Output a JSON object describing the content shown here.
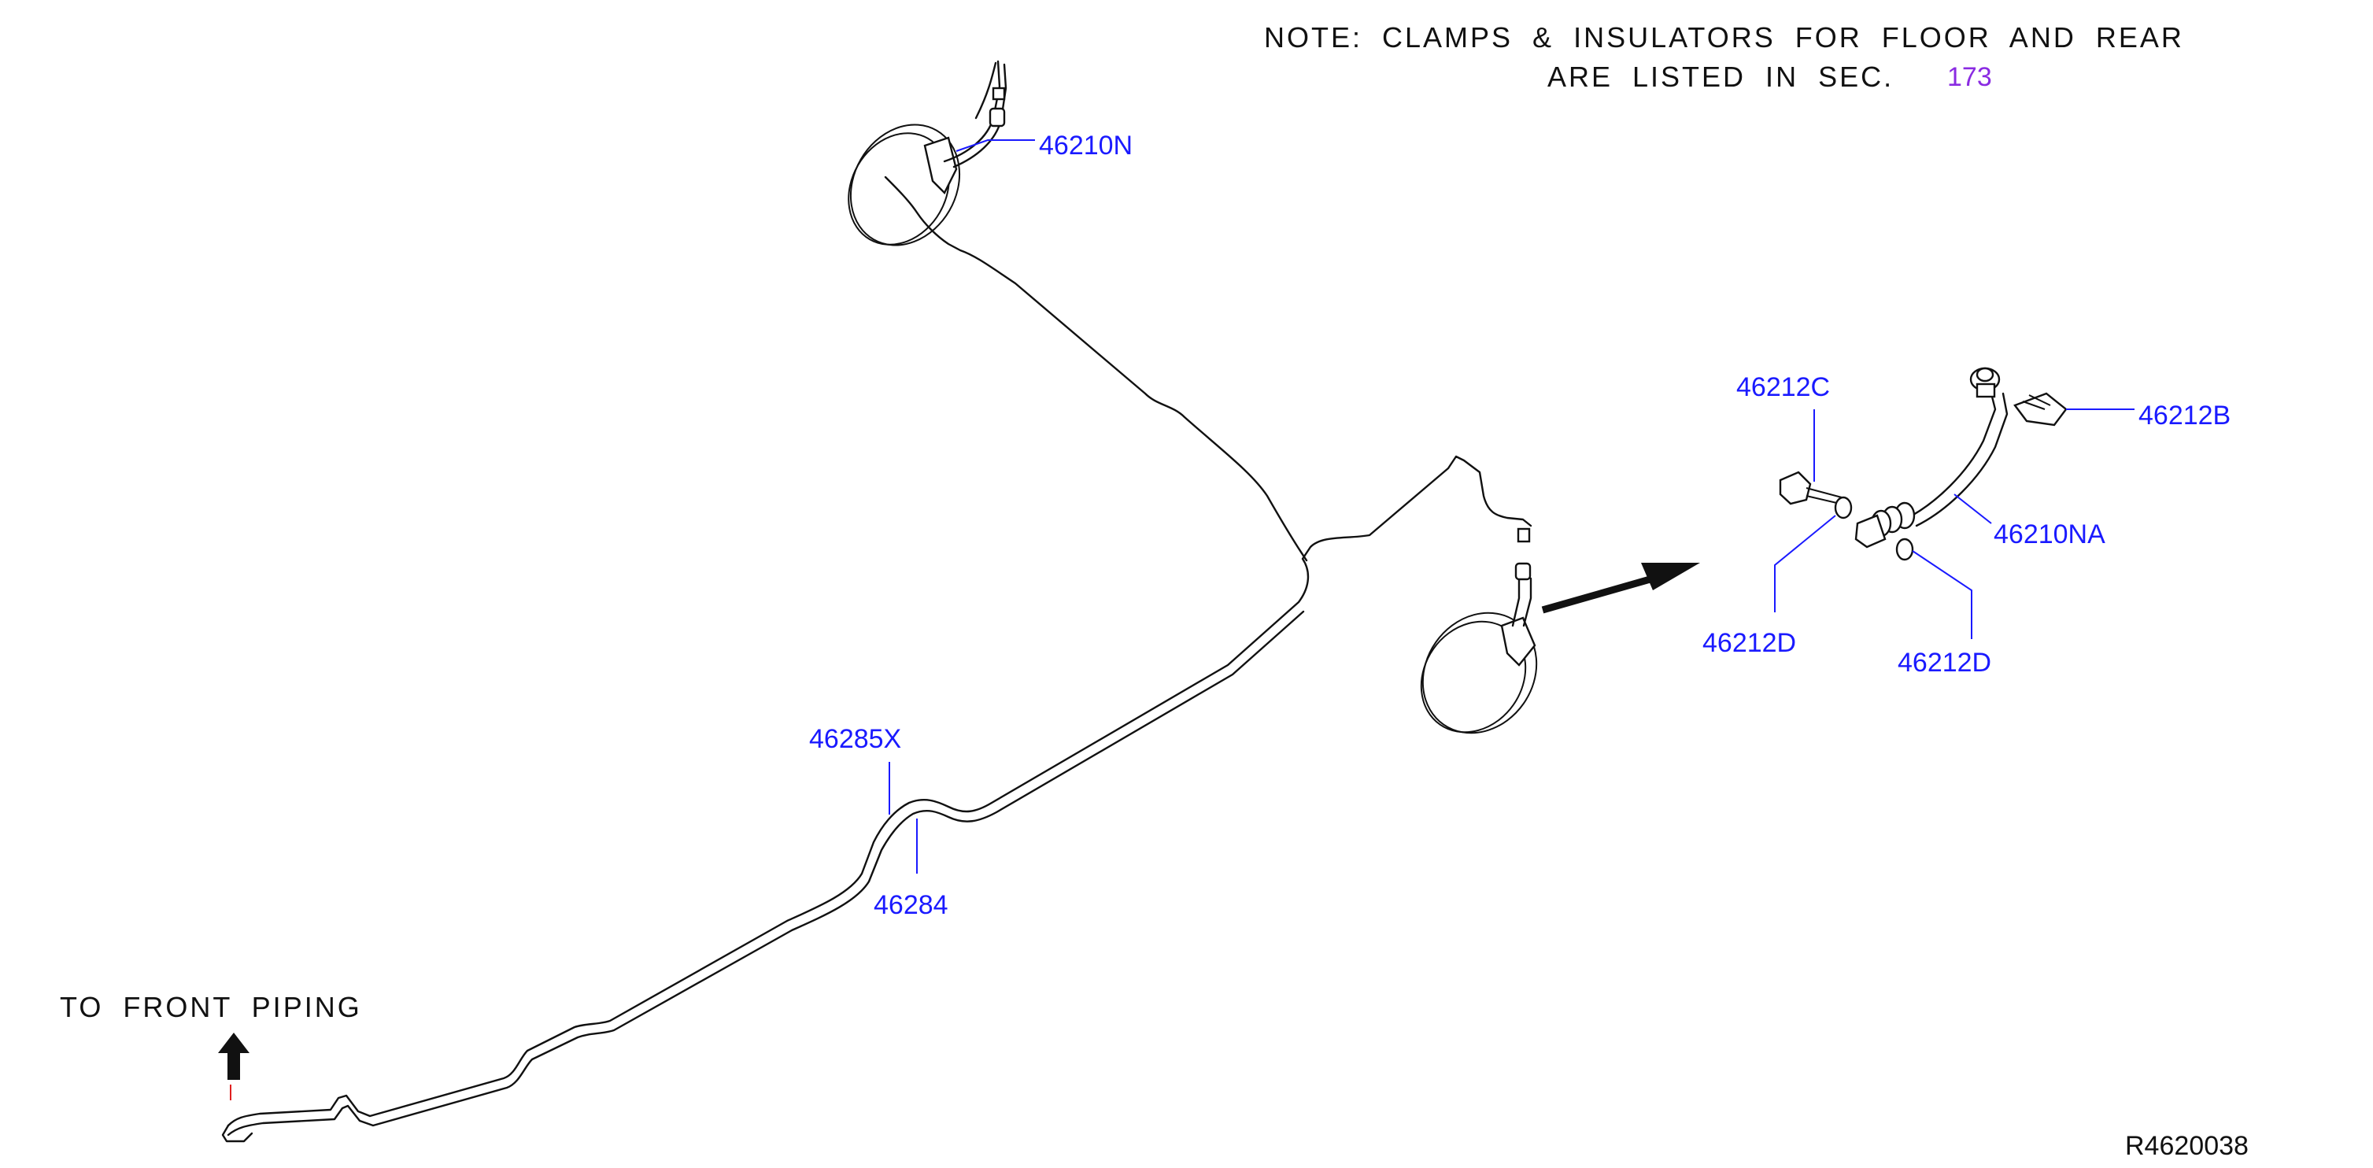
{
  "note": {
    "line1": "NOTE:  CLAMPS  &  INSULATORS  FOR  FLOOR  AND  REAR",
    "line2": "ARE  LISTED  IN  SEC.",
    "section": "173"
  },
  "parts": {
    "p46210N": "46210N",
    "p46212C": "46212C",
    "p46212B": "46212B",
    "p46210NA": "46210NA",
    "p46212D_a": "46212D",
    "p46212D_b": "46212D",
    "p46285X": "46285X",
    "p46284": "46284"
  },
  "front_piping_label": "TO  FRONT  PIPING",
  "reference_code": "R4620038",
  "colors": {
    "part_number": "#1a1aff",
    "section_link": "#8a2be2",
    "linework": "#111111",
    "arrow_accent": "#e02020"
  }
}
